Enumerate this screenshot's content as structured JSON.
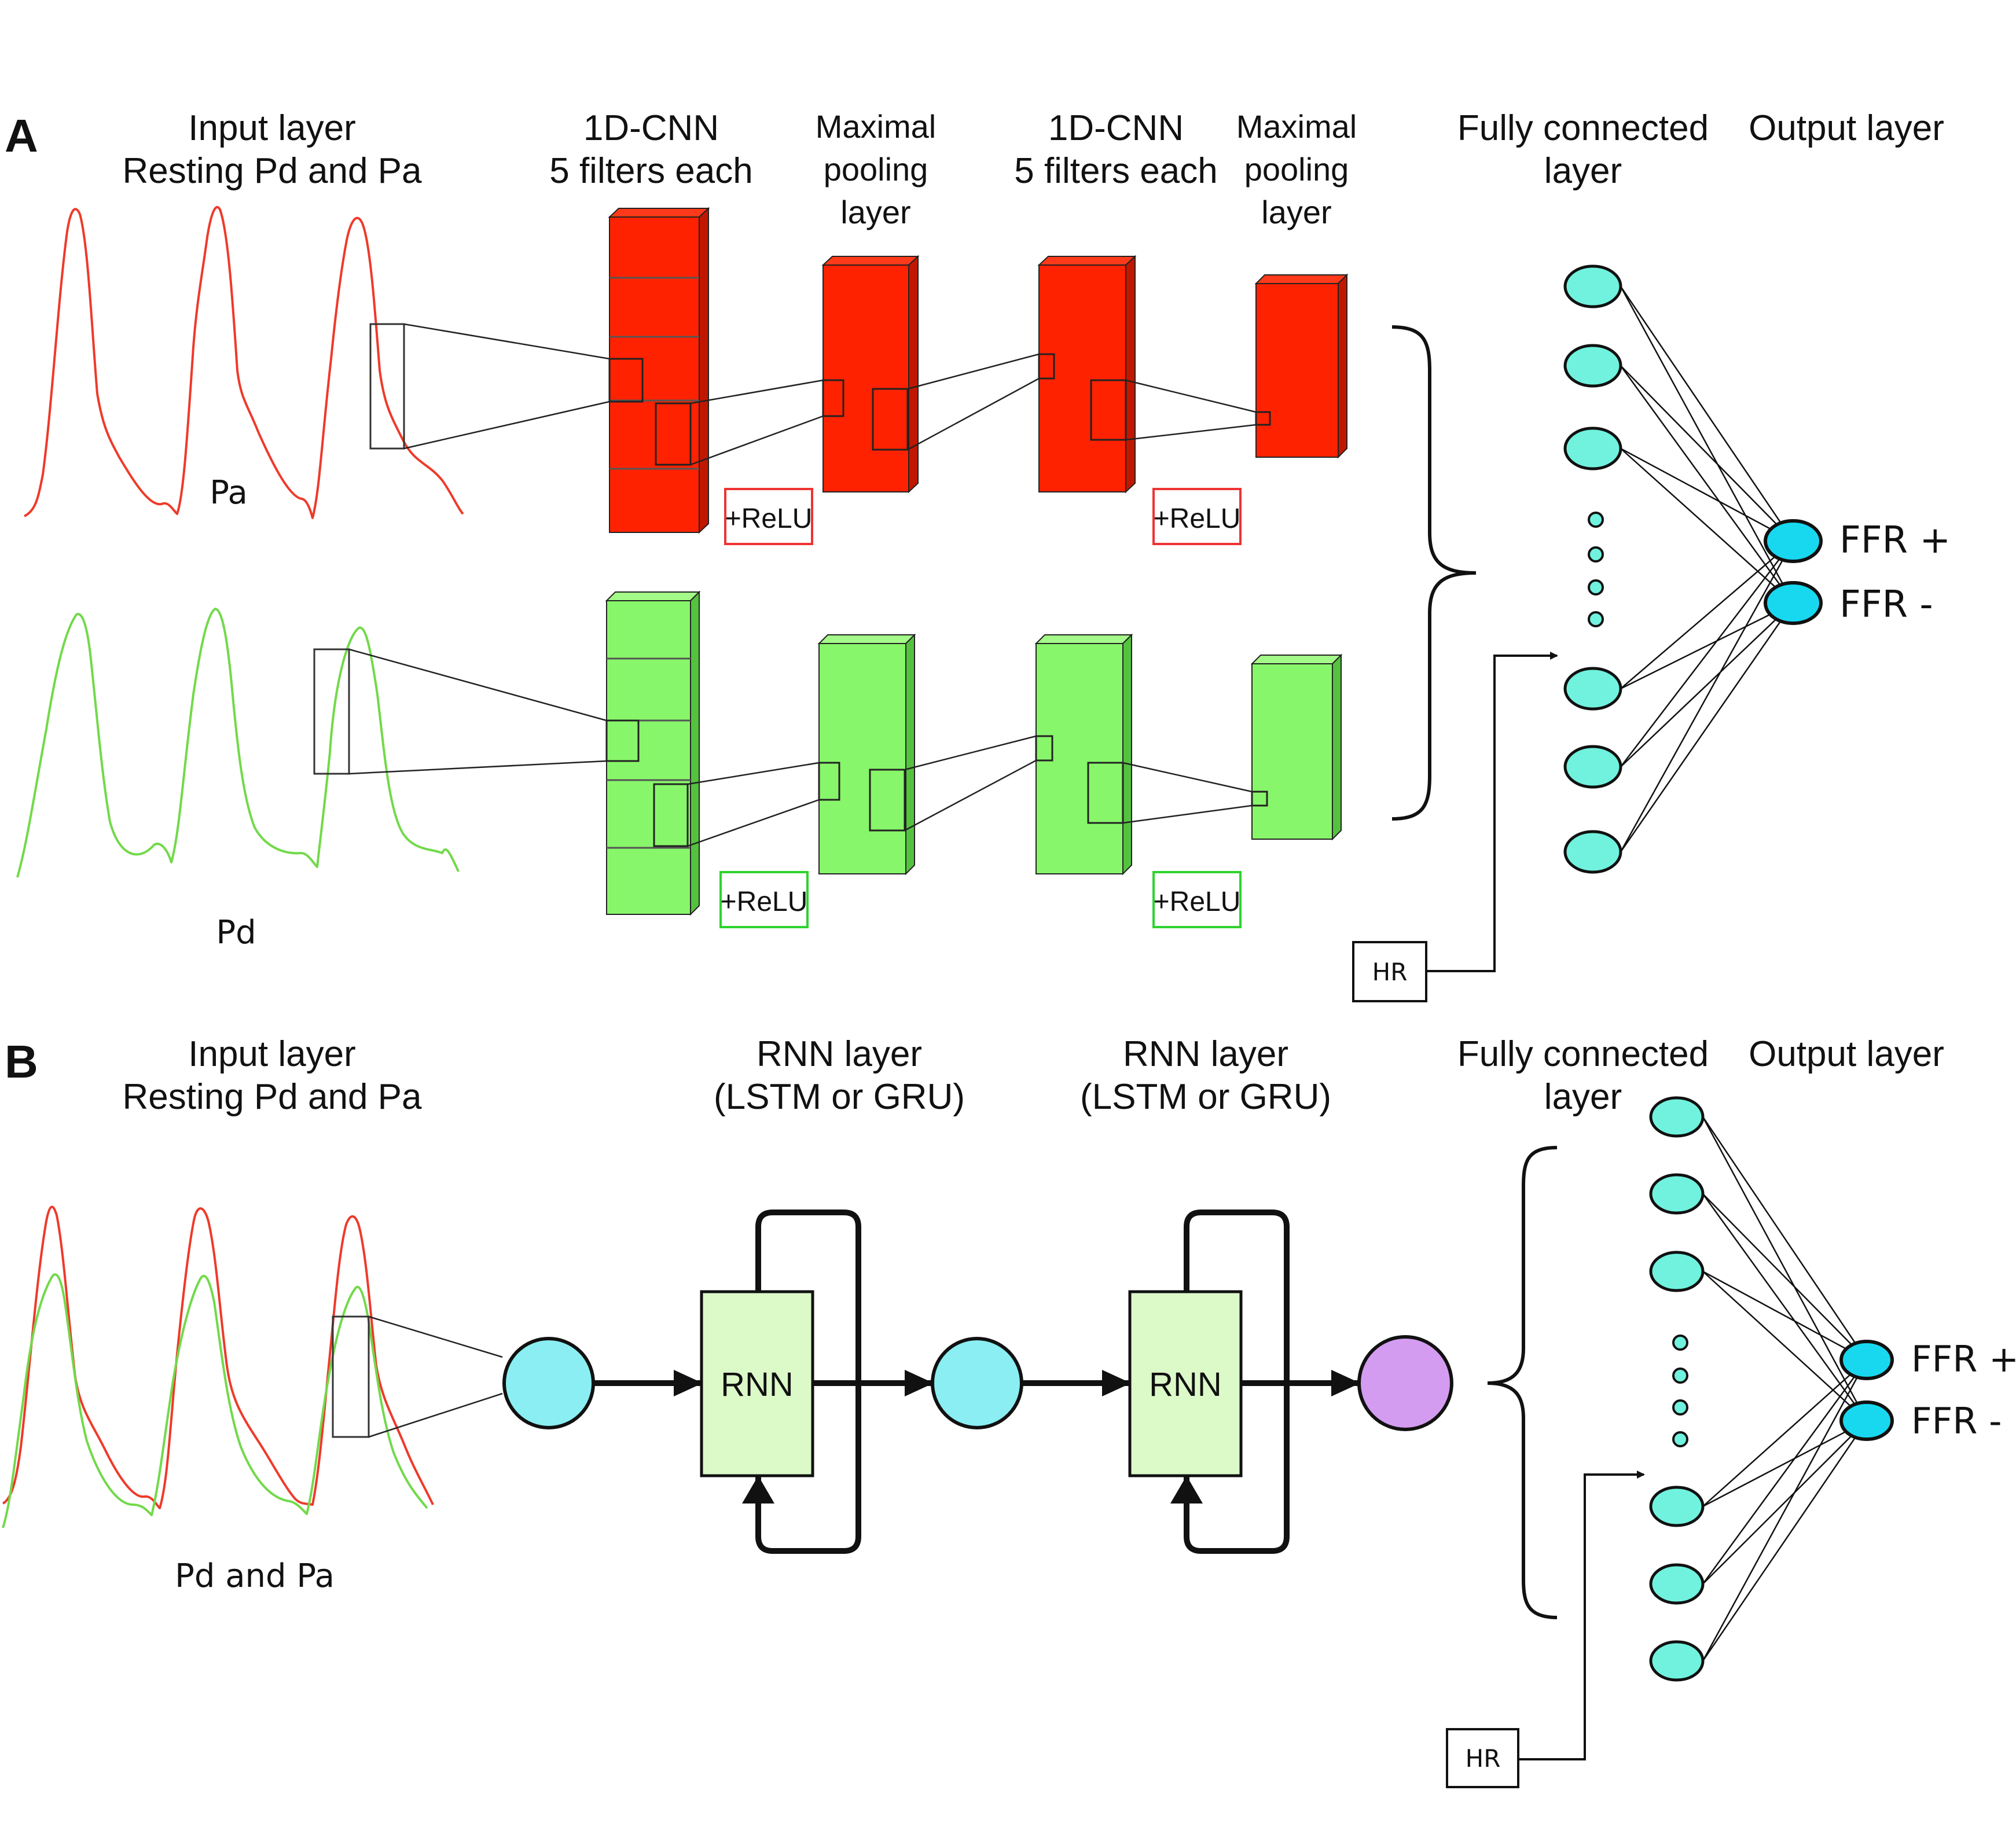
{
  "panel_a": {
    "letter": "A",
    "headers": {
      "input_line1": "Input layer",
      "input_line2": "Resting Pd and Pa",
      "cnn1_line1": "1D-CNN",
      "cnn1_line2": "5 filters each",
      "pool1_line1": "Maximal",
      "pool1_line2": "pooling",
      "pool1_line3": "layer",
      "cnn2_line1": "1D-CNN",
      "cnn2_line2": "5 filters each",
      "pool2_line1": "Maximal",
      "pool2_line2": "pooling",
      "pool2_line3": "layer",
      "fc_line1": "Fully connected",
      "fc_line2": "layer",
      "output": "Output layer"
    },
    "signal_labels": {
      "pa": "Pa",
      "pd": "Pd"
    },
    "relu_label": "+ReLU",
    "hr_label": "HR",
    "outputs": {
      "pos": "FFR +",
      "neg": "FFR -"
    }
  },
  "panel_b": {
    "letter": "B",
    "headers": {
      "input_line1": "Input layer",
      "input_line2": "Resting Pd and Pa",
      "rnn1_line1": "RNN layer",
      "rnn1_line2": "(LSTM or GRU)",
      "rnn2_line1": "RNN layer",
      "rnn2_line2": "(LSTM or GRU)",
      "fc_line1": "Fully connected",
      "fc_line2": "layer",
      "output": "Output layer"
    },
    "signal_label": "Pd and Pa",
    "rnn_cell_label": "RNN",
    "hr_label": "HR",
    "outputs": {
      "pos": "FFR +",
      "neg": "FFR -"
    }
  },
  "colors": {
    "pa_signal": "#ee3a2a",
    "pd_signal": "#72d94a",
    "red_block": "#ff2200",
    "red_block_side": "#c01800",
    "green_block": "#88f66a",
    "green_block_side": "#55c23f",
    "neuron": "#70f2de",
    "output_neuron": "#18d8f0",
    "rnn_node": "#8aeef2",
    "rnn_output_node": "#d49cf0",
    "rnn_cell": "#dcfac8"
  }
}
